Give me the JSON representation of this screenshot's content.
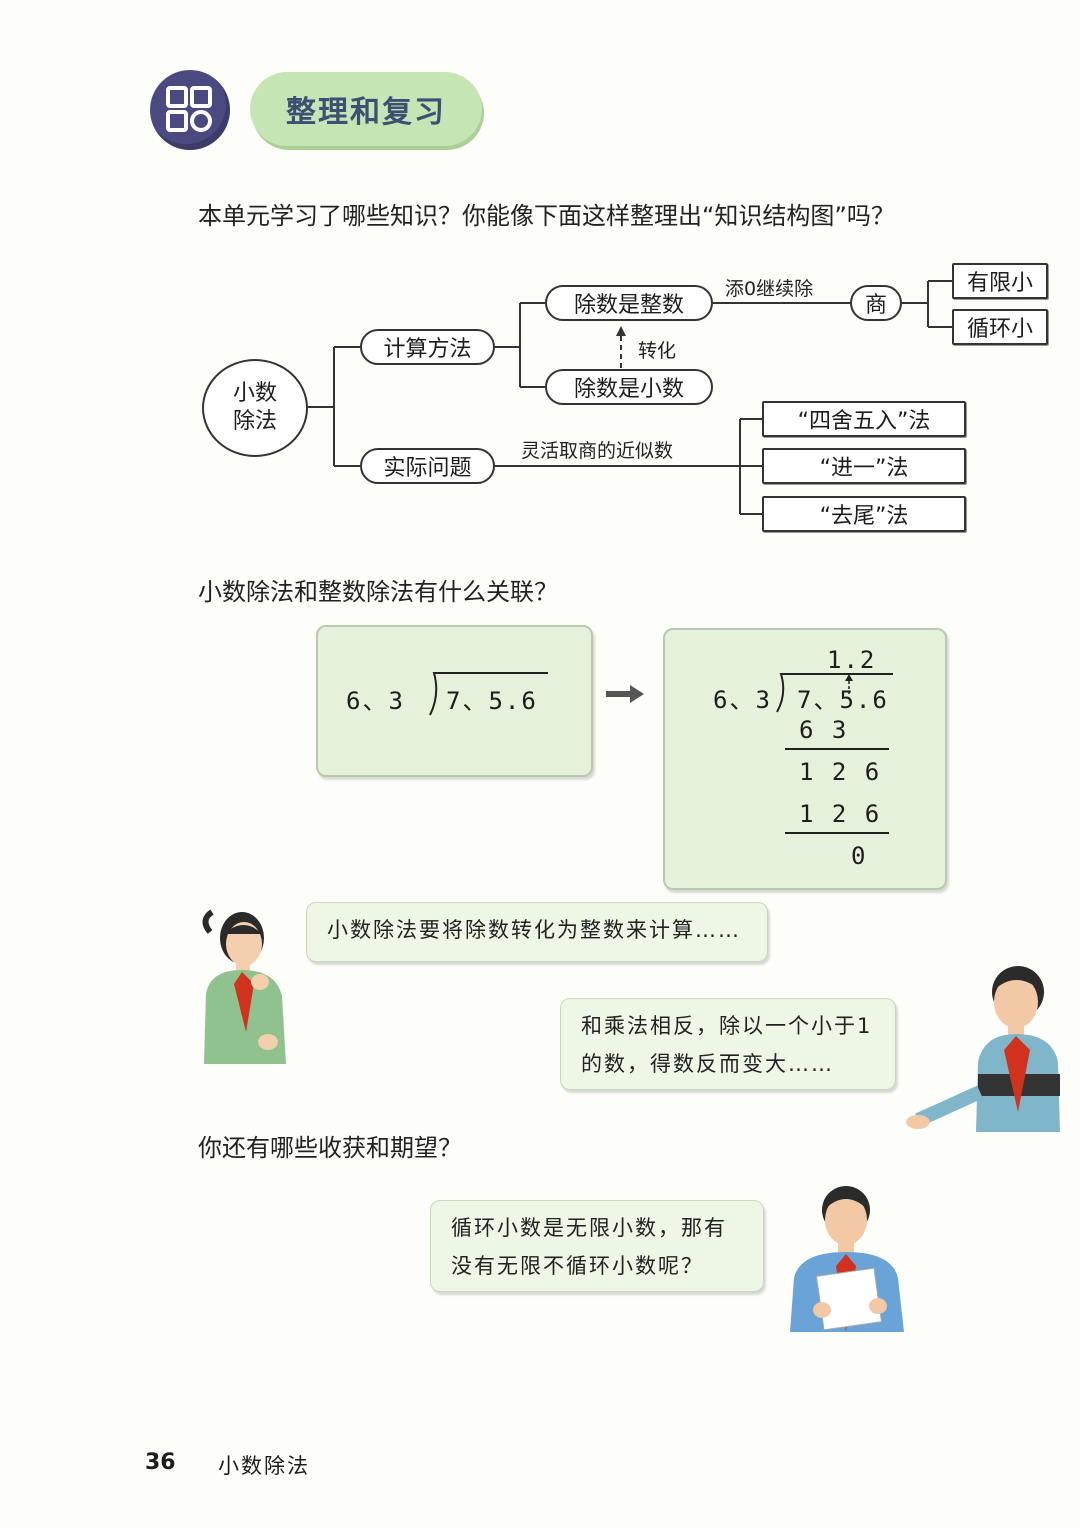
{
  "header": {
    "title": "整理和复习"
  },
  "questions": {
    "q1": "本单元学习了哪些知识？你能像下面这样整理出“知识结构图”吗？",
    "q2": "小数除法和整数除法有什么关联？",
    "q3": "你还有哪些收获和期望？"
  },
  "diagram": {
    "root_line1": "小数",
    "root_line2": "除法",
    "calc_method": "计算方法",
    "practical": "实际问题",
    "divisor_integer": "除数是整数",
    "divisor_decimal": "除数是小数",
    "transform": "转化",
    "add_zero": "添0继续除",
    "quotient": "商",
    "finite": "有限小",
    "repeating": "循环小",
    "approx": "灵活取商的近似数",
    "round_half": "“四舍五入”法",
    "round_up": "“进一”法",
    "round_down": "“去尾”法"
  },
  "division": {
    "left_divisor": "6、3",
    "left_dividend": "7、5.6",
    "quotient": "1.2",
    "divisor": "6、3",
    "dividend": "7、5.6",
    "step1": "6 3",
    "step2": "1 2 6",
    "step3": "1 2 6",
    "remainder": "0"
  },
  "bubbles": {
    "girl": "小数除法要将除数转化为整数来计算……",
    "boy1_line1": "和乘法相反，除以一个小于1",
    "boy1_line2": "的数，得数反而变大……",
    "boy2_line1": "循环小数是无限小数，那有",
    "boy2_line2": "没有无限不循环小数呢？"
  },
  "footer": {
    "page_number": "36",
    "chapter": "小数除法"
  }
}
